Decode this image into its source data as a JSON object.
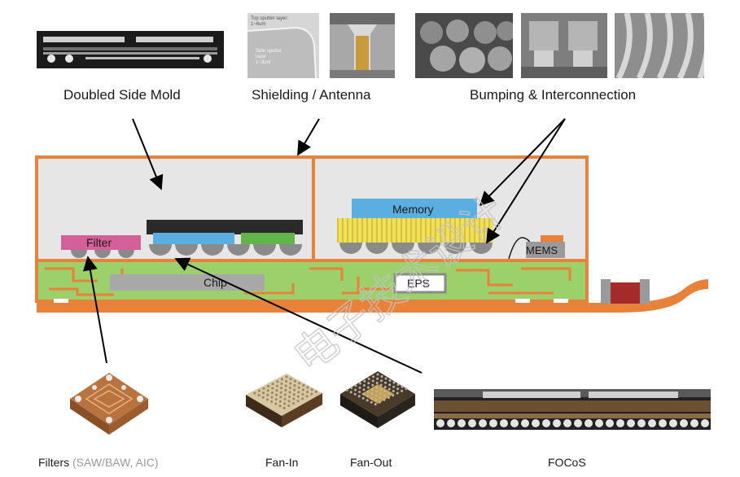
{
  "top_labels": {
    "doubled_side_mold": "Doubled Side Mold",
    "shielding_antenna": "Shielding / Antenna",
    "bumping_interconnection": "Bumping & Interconnection"
  },
  "thumb_text": {
    "top_sputter": "Top sputter layer:",
    "top_sputter_value": "1~6um",
    "side_sputter": "Side sputter",
    "side_sputter_layer": "layer",
    "side_sputter_value": "1~3um"
  },
  "components": {
    "filter": "Filter",
    "memory": "Memory",
    "mems": "MEMS",
    "chip": "Chip",
    "eps": "EPS"
  },
  "bottom_captions": {
    "filters_prefix": "Filters",
    "filters_detail": "(SAW/BAW, AIC)",
    "fan_in": "Fan-In",
    "fan_out": "Fan-Out",
    "focos": "FOCoS"
  },
  "watermark": "电子技术设计",
  "colors": {
    "frame": "#e8823a",
    "mold": "#e6e6e6",
    "substrate": "#9bd06a",
    "filter": "#d4609a",
    "memory": "#5aaee0",
    "interposer": "#f0e05a",
    "chip_dark": "#2a2a2a",
    "chip_blue": "#5aaee0",
    "chip_green": "#62b548",
    "bump": "#8a8a8a"
  }
}
